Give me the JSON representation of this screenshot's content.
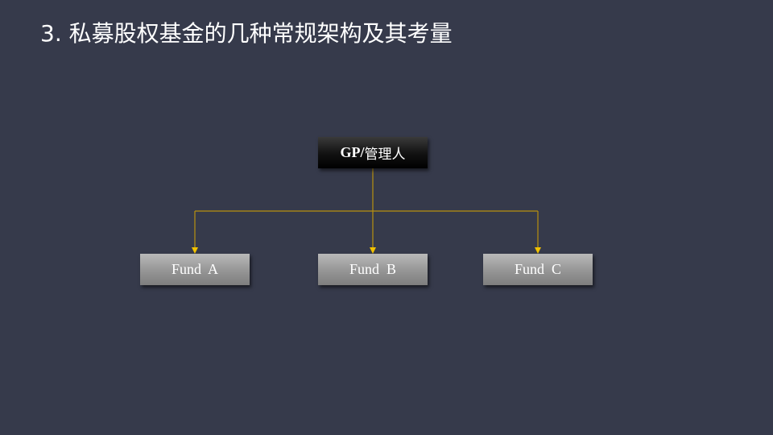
{
  "slide": {
    "title": "3. 私募股权基金的几种常规架构及其考量"
  },
  "diagram": {
    "root": {
      "label_latin": "GP/",
      "label_cn": "管理人"
    },
    "children": [
      {
        "label": "Fund  A"
      },
      {
        "label": "Fund  B"
      },
      {
        "label": "Fund  C"
      }
    ],
    "connector_color": "#b8900f",
    "arrow_color": "#f2c200"
  }
}
